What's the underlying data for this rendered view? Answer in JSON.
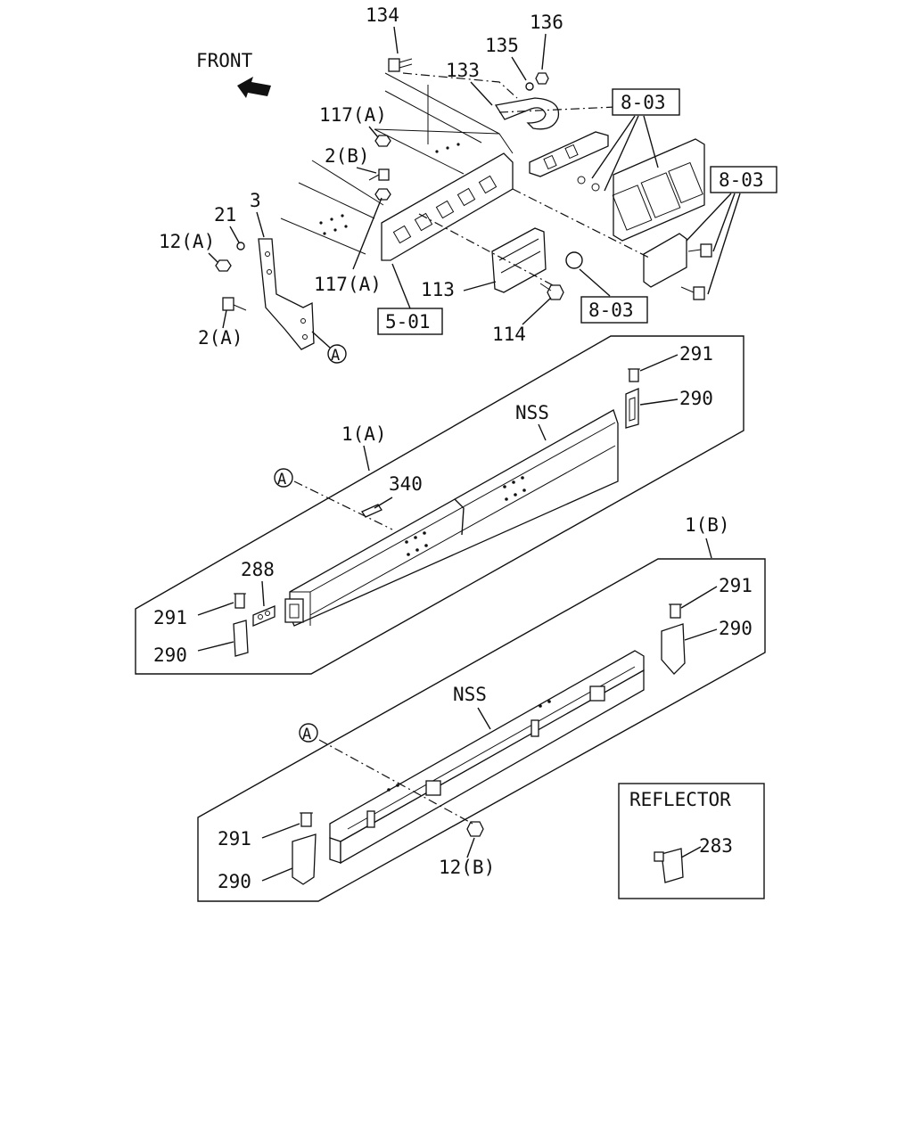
{
  "diagram": {
    "direction_label": "FRONT",
    "callouts": {
      "p134": "134",
      "p136": "136",
      "p135": "135",
      "p133": "133",
      "p117a_top": "117(A)",
      "p2b": "2(B)",
      "p3": "3",
      "p21": "21",
      "p12a": "12(A)",
      "p117a_bottom": "117(A)",
      "p2a": "2(A)",
      "p113": "113",
      "p114": "114",
      "p291_top": "291",
      "p290_top": "290",
      "p1a": "1(A)",
      "p340": "340",
      "p288": "288",
      "p291_left": "291",
      "p290_left": "290",
      "p1b": "1(B)",
      "p291_right": "291",
      "p290_right": "290",
      "p291_bottom": "291",
      "p290_bottom": "290",
      "p12b": "12(B)",
      "p283": "283"
    },
    "boxed_refs": {
      "ref_803_a": "8-03",
      "ref_803_b": "8-03",
      "ref_803_c": "8-03",
      "ref_501": "5-01"
    },
    "markers": {
      "a1": "A",
      "a2": "A",
      "a3": "A"
    },
    "side_labels": {
      "nss_top": "NSS",
      "nss_bottom": "NSS"
    },
    "reflector_panel": {
      "title": "REFLECTOR"
    }
  }
}
